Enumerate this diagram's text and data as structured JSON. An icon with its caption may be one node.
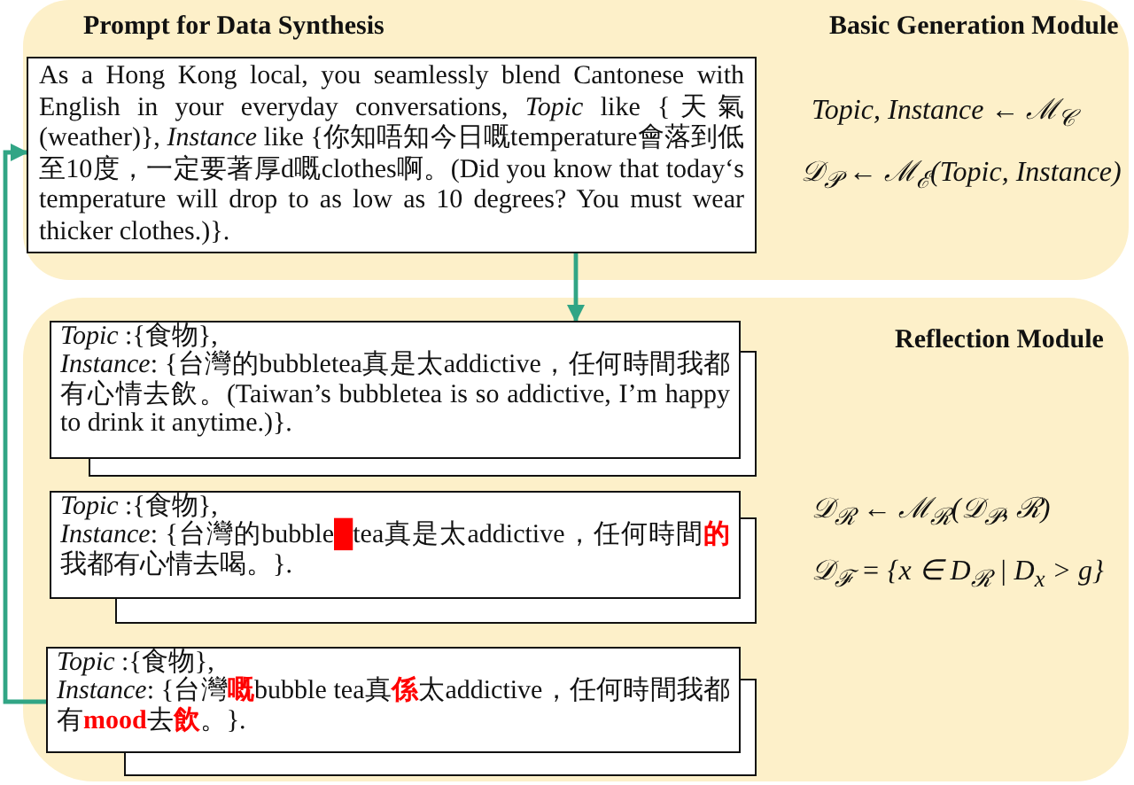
{
  "diagram": {
    "nodes": [
      {
        "text": [
          "Basic Generation Module",
          "*Topic*, *Instance* ← ℳ$_{𝒞}$",
          "𝒟$_{𝒫}$ ← ℳ$_{ℰ}$(*Topic*, *Instance*)"
        ]
      },
      {
        "text": [
          "Prompt for Data Synthesis",
          "As a Hong Kong local, you seamlessly blend Cantonese with English in your everyday conversations, *Topic* like {天氣(weather)}, *Instance* like {你知唔知今日嘅temperature會落到低至10度，一定要著厚d嘅clothes啊。(Did you know that today‘s temperature will drop to as low as 10 degrees? You must wear thicker clothes.)}."
        ],
        "in": 0
      },
      {
        "text": [
          "Reflection Module",
          "𝒟$_{ℛ}$ ← ℳ$_{ℛ}$(𝒟$_{𝒫}$, ℛ)",
          "𝒟$_{ℱ}$ = {x ∈ D$_{ℛ}$ | D$_{x}$ > g}"
        ]
      },
      {
        "text": [
          "*Topic* :{食物},",
          "*Instance*: {台灣的bubbletea真是太addictive，任何時間我都有心情去飲。(Taiwan’s bubbletea is so addictive, I’m happy to drink it anytime.)}."
        ],
        "in": 2
      },
      {
        "text": [
          "*Topic* :{食物},",
          "*Instance*: {台灣的bubble**█**tea真是太addictive，任何時間**的**我都有心情去喝。}."
        ],
        "in": 2
      },
      {
        "text": [
          "*Topic* :{食物},",
          "*Instance*: {台灣**嘅**bubble tea真**係**太addictive，任何時間我都有**mood**去**飲**。}."
        ],
        "in": 2
      }
    ],
    "edges": [
      {
        "from": 1,
        "to": 3,
        "arrow": "to"
      },
      {
        "from": 5,
        "to": 1,
        "arrow": "to"
      }
    ]
  }
}
